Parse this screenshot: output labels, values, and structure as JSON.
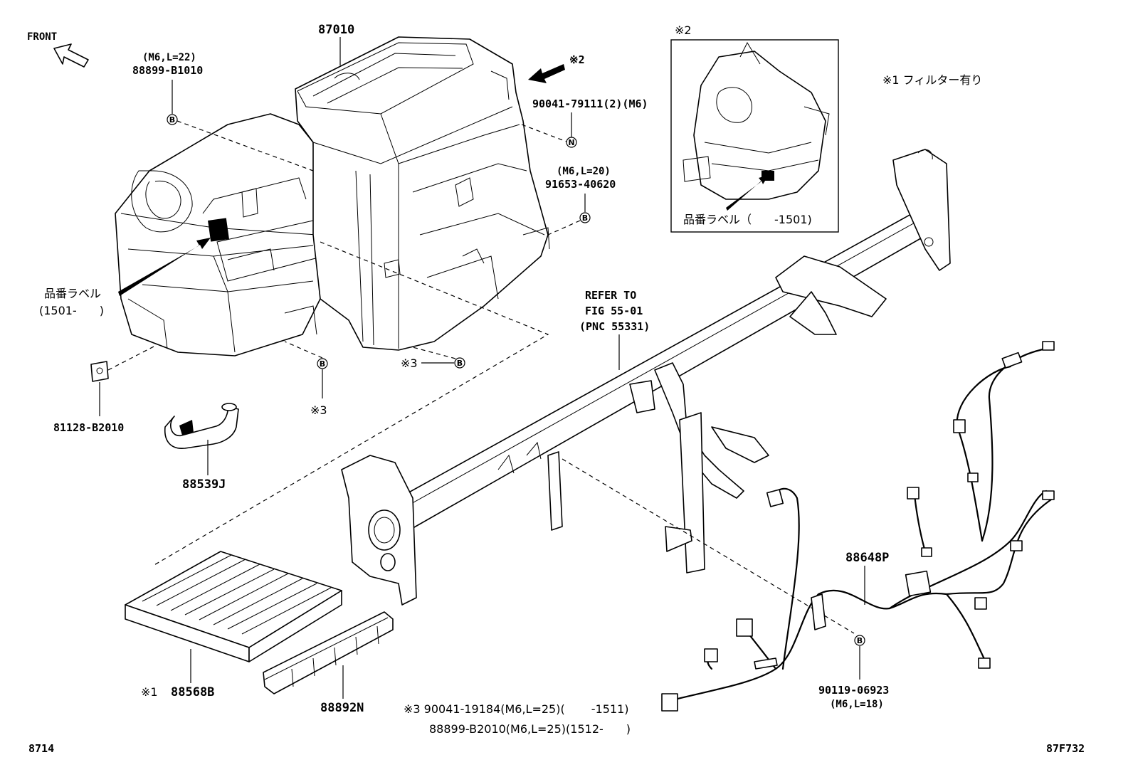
{
  "diagram_code": "87F732",
  "page_code": "8714",
  "front_label": "FRONT",
  "note_1": "※1 フィルター有り",
  "inset": {
    "title": "※2",
    "label": "品番ラベル（　　-1501)"
  },
  "callouts": {
    "p87010": "87010",
    "ref2": "※2",
    "p90041_79111": "90041-79111(2)(M6)",
    "spec_88899_b1010": "(M6,L=22)",
    "p88899_b1010": "88899-B1010",
    "spec_91653": "(M6,L=20)",
    "p91653_40620": "91653-40620",
    "label_jp_line1": "品番ラベル",
    "label_jp_line2": "(1501-　　)",
    "p81128_b2010": "81128-B2010",
    "ref3_a": "※3",
    "ref3_b": "※3",
    "p88539j": "88539J",
    "refer_line1": "REFER TO",
    "refer_line2": "FIG 55-01",
    "refer_line3": "(PNC 55331)",
    "p88648p": "88648P",
    "p88568b_prefix": "※1",
    "p88568b": "88568B",
    "p88892n": "88892N",
    "p90119_06923": "90119-06923",
    "spec_90119": "(M6,L=18)",
    "note3_line1": "※3 90041-19184(M6,L=25)(　　 -1511)",
    "note3_line2": "88899-B2010(M6,L=25)(1512-　　)"
  },
  "markers": {
    "b": "B",
    "n": "N"
  }
}
